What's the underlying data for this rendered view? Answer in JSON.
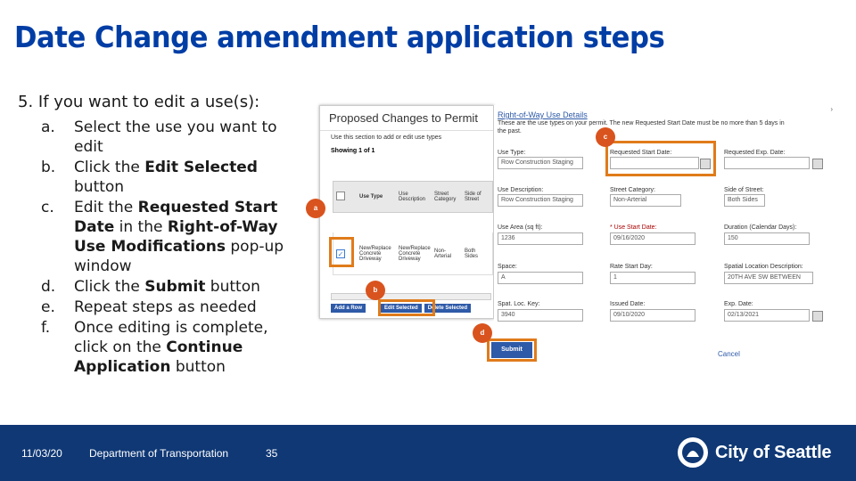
{
  "slide": {
    "title": "Date Change amendment application steps",
    "main_step": "5.  If you want to edit a use(s):",
    "steps": [
      {
        "letter": "a.",
        "text": "Select the use you want to edit"
      },
      {
        "letter": "b.",
        "text_pre": "Click the ",
        "bold": "Edit Selected",
        "text_post": " button"
      },
      {
        "letter": "c.",
        "text_pre": "Edit the ",
        "bold": "Requested Start Date",
        "mid": " in the ",
        "bold2": "Right-of-Way Use Modifications",
        "text_post": " pop-up window"
      },
      {
        "letter": "d.",
        "text_pre": "Click the ",
        "bold": "Submit",
        "text_post": " button"
      },
      {
        "letter": "e.",
        "text": "Repeat steps as needed"
      },
      {
        "letter": "f.",
        "text_pre": "Once editing is complete, click on the ",
        "bold": "Continue Application",
        "text_post": " button"
      }
    ]
  },
  "left_panel": {
    "title": "Proposed Changes to Permit",
    "subtitle": "Use this section to add or edit use types",
    "count": "Showing 1 of 1",
    "columns": [
      "Use Type",
      "Use Description",
      "Street Category",
      "Side of Street"
    ],
    "row": [
      "New/Replace Concrete Driveway",
      "New/Replace Concrete Driveway",
      "Non-Arterial",
      "Both Sides"
    ],
    "buttons": [
      "Add a Row",
      "Edit Selected",
      "Delete Selected"
    ]
  },
  "right_panel": {
    "title": "Right-of-Way Use Details",
    "note1": "These are the use types on your permit. The new Requested Start Date must be no more than 5 days in",
    "note2": "the past.",
    "fields": [
      {
        "label": "Use Type:",
        "value": "Row Construction Staging"
      },
      {
        "label": "Requested Start Date:",
        "value": ""
      },
      {
        "label": "Requested Exp. Date:",
        "value": ""
      },
      {
        "label": "Use Description:",
        "value": "Row Construction Staging"
      },
      {
        "label": "Street Category:",
        "value": "Non-Arterial"
      },
      {
        "label": "Side of Street:",
        "value": "Both Sides"
      },
      {
        "label": "Use Area (sq ft):",
        "value": "1236"
      },
      {
        "label": "* Use Start Date:",
        "value": "09/16/2020"
      },
      {
        "label": "Duration (Calendar Days):",
        "value": "150"
      },
      {
        "label": "Space:",
        "value": "A"
      },
      {
        "label": "Rate Start Day:",
        "value": "1"
      },
      {
        "label": "Spatial Location Description:",
        "value": "20TH AVE SW BETWEEN"
      },
      {
        "label": "Spat. Loc. Key:",
        "value": "3940"
      },
      {
        "label": "Issued Date:",
        "value": "09/10/2020"
      },
      {
        "label": "Exp. Date:",
        "value": "02/13/2021"
      }
    ],
    "submit": "Submit",
    "cancel": "Cancel"
  },
  "markers": [
    "a",
    "b",
    "c",
    "d"
  ],
  "footer": {
    "date": "11/03/20",
    "department": "Department of Transportation",
    "page": "35",
    "brand": "City of Seattle"
  },
  "colors": {
    "title": "#003da5",
    "footer_bg": "#0f3875",
    "highlight": "#e07b1a",
    "marker": "#d9531e"
  }
}
